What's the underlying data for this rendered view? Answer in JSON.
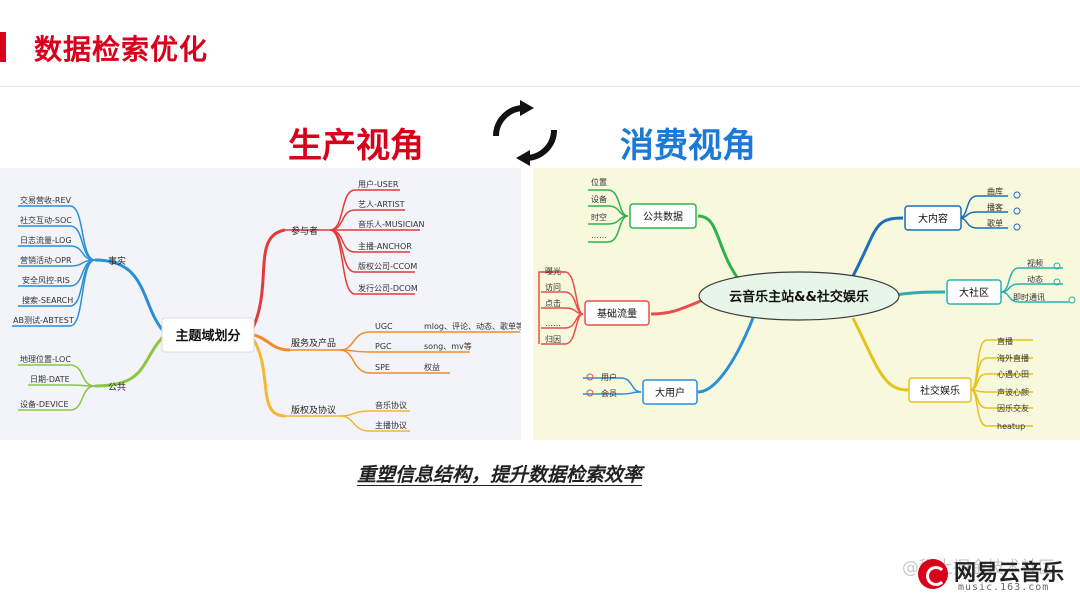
{
  "slide": {
    "title": "数据检索优化",
    "left_perspective": "生产视角",
    "right_perspective": "消费视角",
    "caption": "重塑信息结构，提升数据检索效率",
    "watermark": "@稀土掘金技术社区",
    "brand": "网易云音乐",
    "brand_url": "music.163.com",
    "colors": {
      "accent": "#d9001b",
      "consumer": "#1a7ad6"
    }
  },
  "producer_map": {
    "root": "主题域划分",
    "branches": {
      "facts": {
        "label": "事实",
        "leaves": [
          "交易营收-REV",
          "社交互动-SOC",
          "日志流量-LOG",
          "营销活动-OPR",
          "安全风控-RIS",
          "搜索-SEARCH",
          "AB测试-ABTEST"
        ]
      },
      "public": {
        "label": "公共",
        "leaves": [
          "地理位置-LOC",
          "日期-DATE",
          "设备-DEVICE"
        ]
      },
      "participants": {
        "label": "参与者",
        "leaves": [
          "用户-USER",
          "艺人-ARTIST",
          "音乐人-MUSICIAN",
          "主播-ANCHOR",
          "版权公司-CCOM",
          "发行公司-DCOM"
        ]
      },
      "services": {
        "label": "服务及产品",
        "leaves": [
          "UGC",
          "PGC",
          "SPE"
        ],
        "details": [
          "mlog、评论、动态、歌单等",
          "song、mv等",
          "权益"
        ]
      },
      "copyright": {
        "label": "版权及协议",
        "leaves": [
          "音乐协议",
          "主播协议"
        ]
      }
    }
  },
  "consumer_map": {
    "root": "云音乐主站&&社交娱乐",
    "branches": {
      "public_data": {
        "label": "公共数据",
        "leaves": [
          "位置",
          "设备",
          "时空",
          "……"
        ]
      },
      "base_traffic": {
        "label": "基础流量",
        "leaves": [
          "曝光",
          "访问",
          "点击",
          "……",
          "归因"
        ]
      },
      "big_user": {
        "label": "大用户",
        "leaves": [
          "用户",
          "会员"
        ]
      },
      "big_content": {
        "label": "大内容",
        "leaves": [
          "曲库",
          "播客",
          "歌单"
        ]
      },
      "big_community": {
        "label": "大社区",
        "leaves": [
          "视频",
          "动态",
          "即时通讯"
        ]
      },
      "social_ent": {
        "label": "社交娱乐",
        "leaves": [
          "直播",
          "海外直播",
          "心遇心田",
          "声波心颜",
          "因乐交友",
          "heatup"
        ]
      }
    }
  }
}
